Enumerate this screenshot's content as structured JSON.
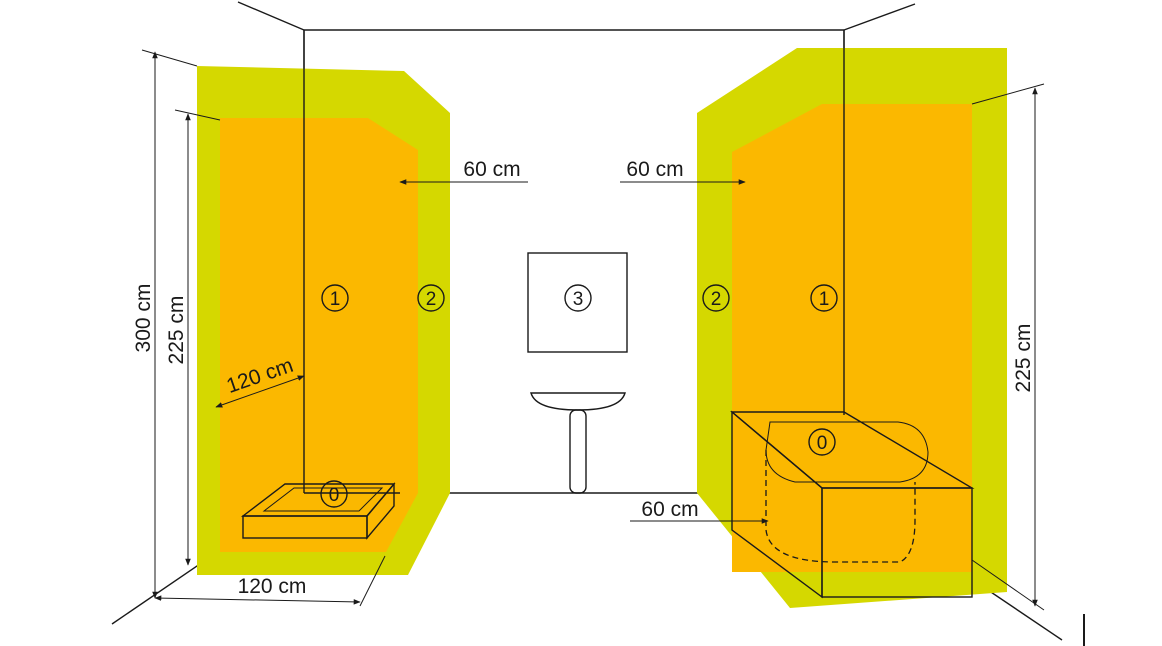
{
  "colors": {
    "zone0": "#b5145a",
    "zone1": "#fbb800",
    "zone2": "#d5d800",
    "tile": "#f7d23a",
    "line": "#1a1a1a"
  },
  "labels": {
    "shower_height_300": "300 cm",
    "shower_height_225": "225 cm",
    "shower_depth": "120 cm",
    "shower_width": "120 cm",
    "shower_zone2_offset": "60 cm",
    "bath_zone2_offset": "60 cm",
    "bath_front_offset": "60 cm",
    "bath_height_225": "225 cm"
  },
  "zones": {
    "shower_zone1": "1",
    "shower_zone2": "2",
    "basin_zone3": "3",
    "bath_zone2": "2",
    "bath_zone1": "1",
    "shower_zone0": "0",
    "bath_zone0": "0"
  }
}
